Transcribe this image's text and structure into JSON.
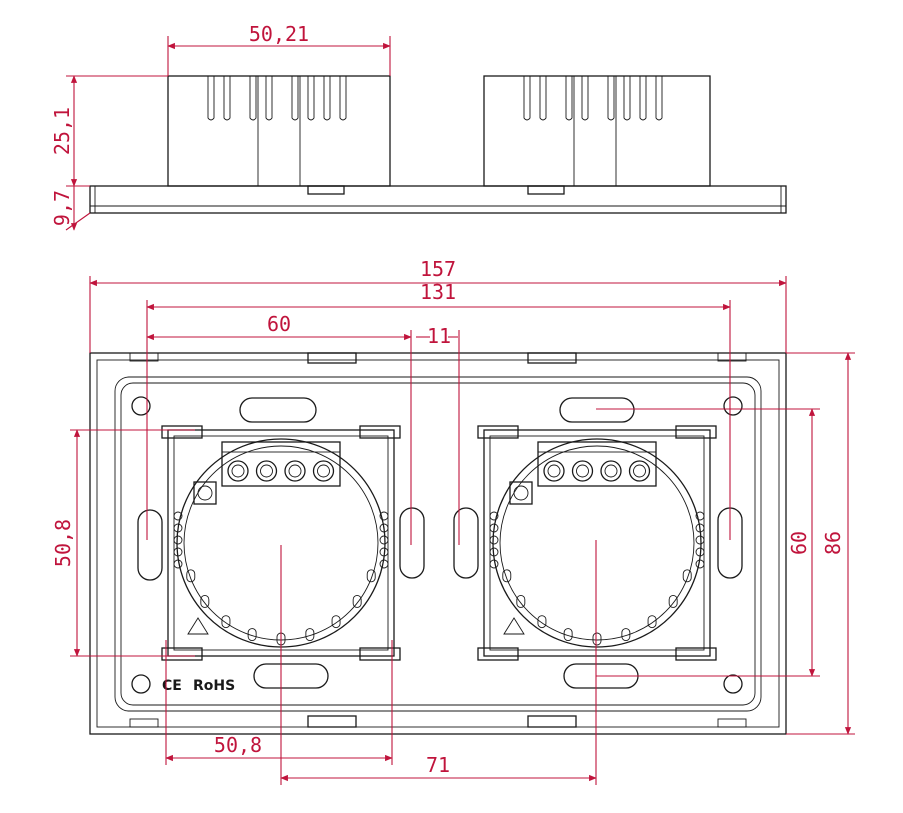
{
  "dimensions": {
    "side_module_width": "50,21",
    "side_module_height": "25,1",
    "side_plate_thickness": "9,7",
    "overall_width": "157",
    "hole_span": "131",
    "module_offset": "60",
    "gap": "11",
    "module_height_left": "50,8",
    "module_width_bottom": "50,8",
    "center_distance": "71",
    "height_inner": "60",
    "overall_height": "86"
  },
  "markings": {
    "ce_mark": "CE",
    "rohs": "RoHS"
  },
  "colors": {
    "outline": "#1a1a1a",
    "dimension": "#c0143c"
  }
}
